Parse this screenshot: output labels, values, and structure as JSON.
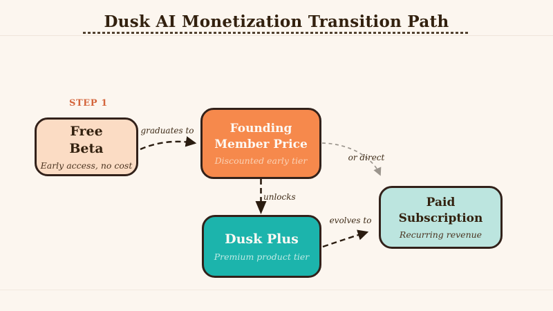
{
  "diagram": {
    "title": "Dusk AI Monetization Transition Path",
    "step_label": "STEP 1",
    "nodes": {
      "free_beta": {
        "title": "Free\nBeta",
        "subtitle": "Early access, no cost"
      },
      "founding": {
        "title": "Founding\nMember Price",
        "subtitle": "Discounted early tier"
      },
      "dusk_plus": {
        "title": "Dusk Plus",
        "subtitle": "Premium product tier"
      },
      "paid": {
        "title": "Paid\nSubscription",
        "subtitle": "Recurring revenue"
      }
    },
    "edges": {
      "graduates": {
        "label": "graduates to",
        "from": "free_beta",
        "to": "founding",
        "style": "dark-dashed"
      },
      "unlocks": {
        "label": "unlocks",
        "from": "founding",
        "to": "dusk_plus",
        "style": "dark-dashed"
      },
      "or_direct": {
        "label": "or direct",
        "from": "founding",
        "to": "paid",
        "style": "gray-dashed"
      },
      "evolves": {
        "label": "evolves to",
        "from": "dusk_plus",
        "to": "paid",
        "style": "dark-dashed"
      }
    },
    "colors": {
      "background": "#FCF6EF",
      "ink": "#33210F",
      "accent_orange": "#F6894C",
      "peach": "#FBDCC4",
      "teal": "#1CB4AC",
      "light_teal": "#BCE5DF",
      "border": "#32211A",
      "step_orange": "#D4653C",
      "gray_arrow": "#9B958D"
    }
  }
}
